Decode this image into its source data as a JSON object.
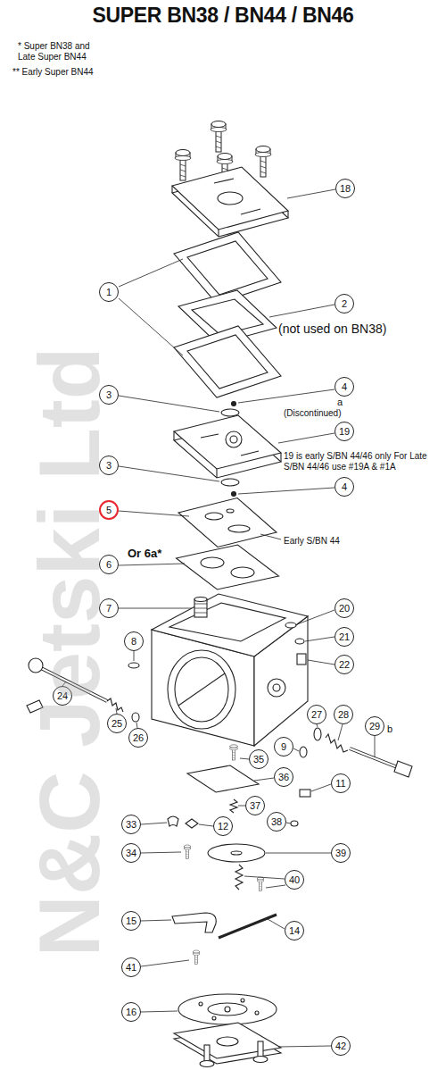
{
  "diagram": {
    "title": "SUPER BN38 / BN44 / BN46",
    "nodes": [
      {
        "text": [
          "18"
        ]
      },
      {
        "text": [
          "1"
        ]
      },
      {
        "text": [
          "2"
        ]
      },
      {
        "text": [
          "3"
        ]
      },
      {
        "text": [
          "4"
        ]
      },
      {
        "text": [
          "19"
        ]
      },
      {
        "text": [
          "3"
        ]
      },
      {
        "text": [
          "4"
        ]
      },
      {
        "text": [
          "5"
        ]
      },
      {
        "text": [
          "6"
        ]
      },
      {
        "text": [
          "7"
        ]
      },
      {
        "text": [
          "8"
        ]
      },
      {
        "text": [
          "20"
        ]
      },
      {
        "text": [
          "21"
        ]
      },
      {
        "text": [
          "22"
        ]
      },
      {
        "text": [
          "24"
        ]
      },
      {
        "text": [
          "25"
        ]
      },
      {
        "text": [
          "26"
        ]
      },
      {
        "text": [
          "27"
        ]
      },
      {
        "text": [
          "28"
        ]
      },
      {
        "text": [
          "29"
        ]
      },
      {
        "text": [
          "9"
        ]
      },
      {
        "text": [
          "35"
        ]
      },
      {
        "text": [
          "36"
        ]
      },
      {
        "text": [
          "11"
        ]
      },
      {
        "text": [
          "37"
        ]
      },
      {
        "text": [
          "38"
        ]
      },
      {
        "text": [
          "12"
        ]
      },
      {
        "text": [
          "33"
        ]
      },
      {
        "text": [
          "39"
        ]
      },
      {
        "text": [
          "34"
        ]
      },
      {
        "text": [
          "40"
        ]
      },
      {
        "text": [
          "15"
        ]
      },
      {
        "text": [
          "14"
        ]
      },
      {
        "text": [
          "41"
        ]
      },
      {
        "text": [
          "16"
        ]
      },
      {
        "text": [
          "42"
        ]
      }
    ],
    "labels": [
      "* Super BN38 and Late Super BN44",
      "** Early Super BN44",
      "(not used on BN38)",
      "a",
      "(Discontinued)",
      "19 is early S/BN 44/46 only For Late S/BN 44/46 use #19A & #1A",
      "Early S/BN 44",
      "Or 6a*",
      "b",
      "N&C Jetski Ltd"
    ]
  }
}
